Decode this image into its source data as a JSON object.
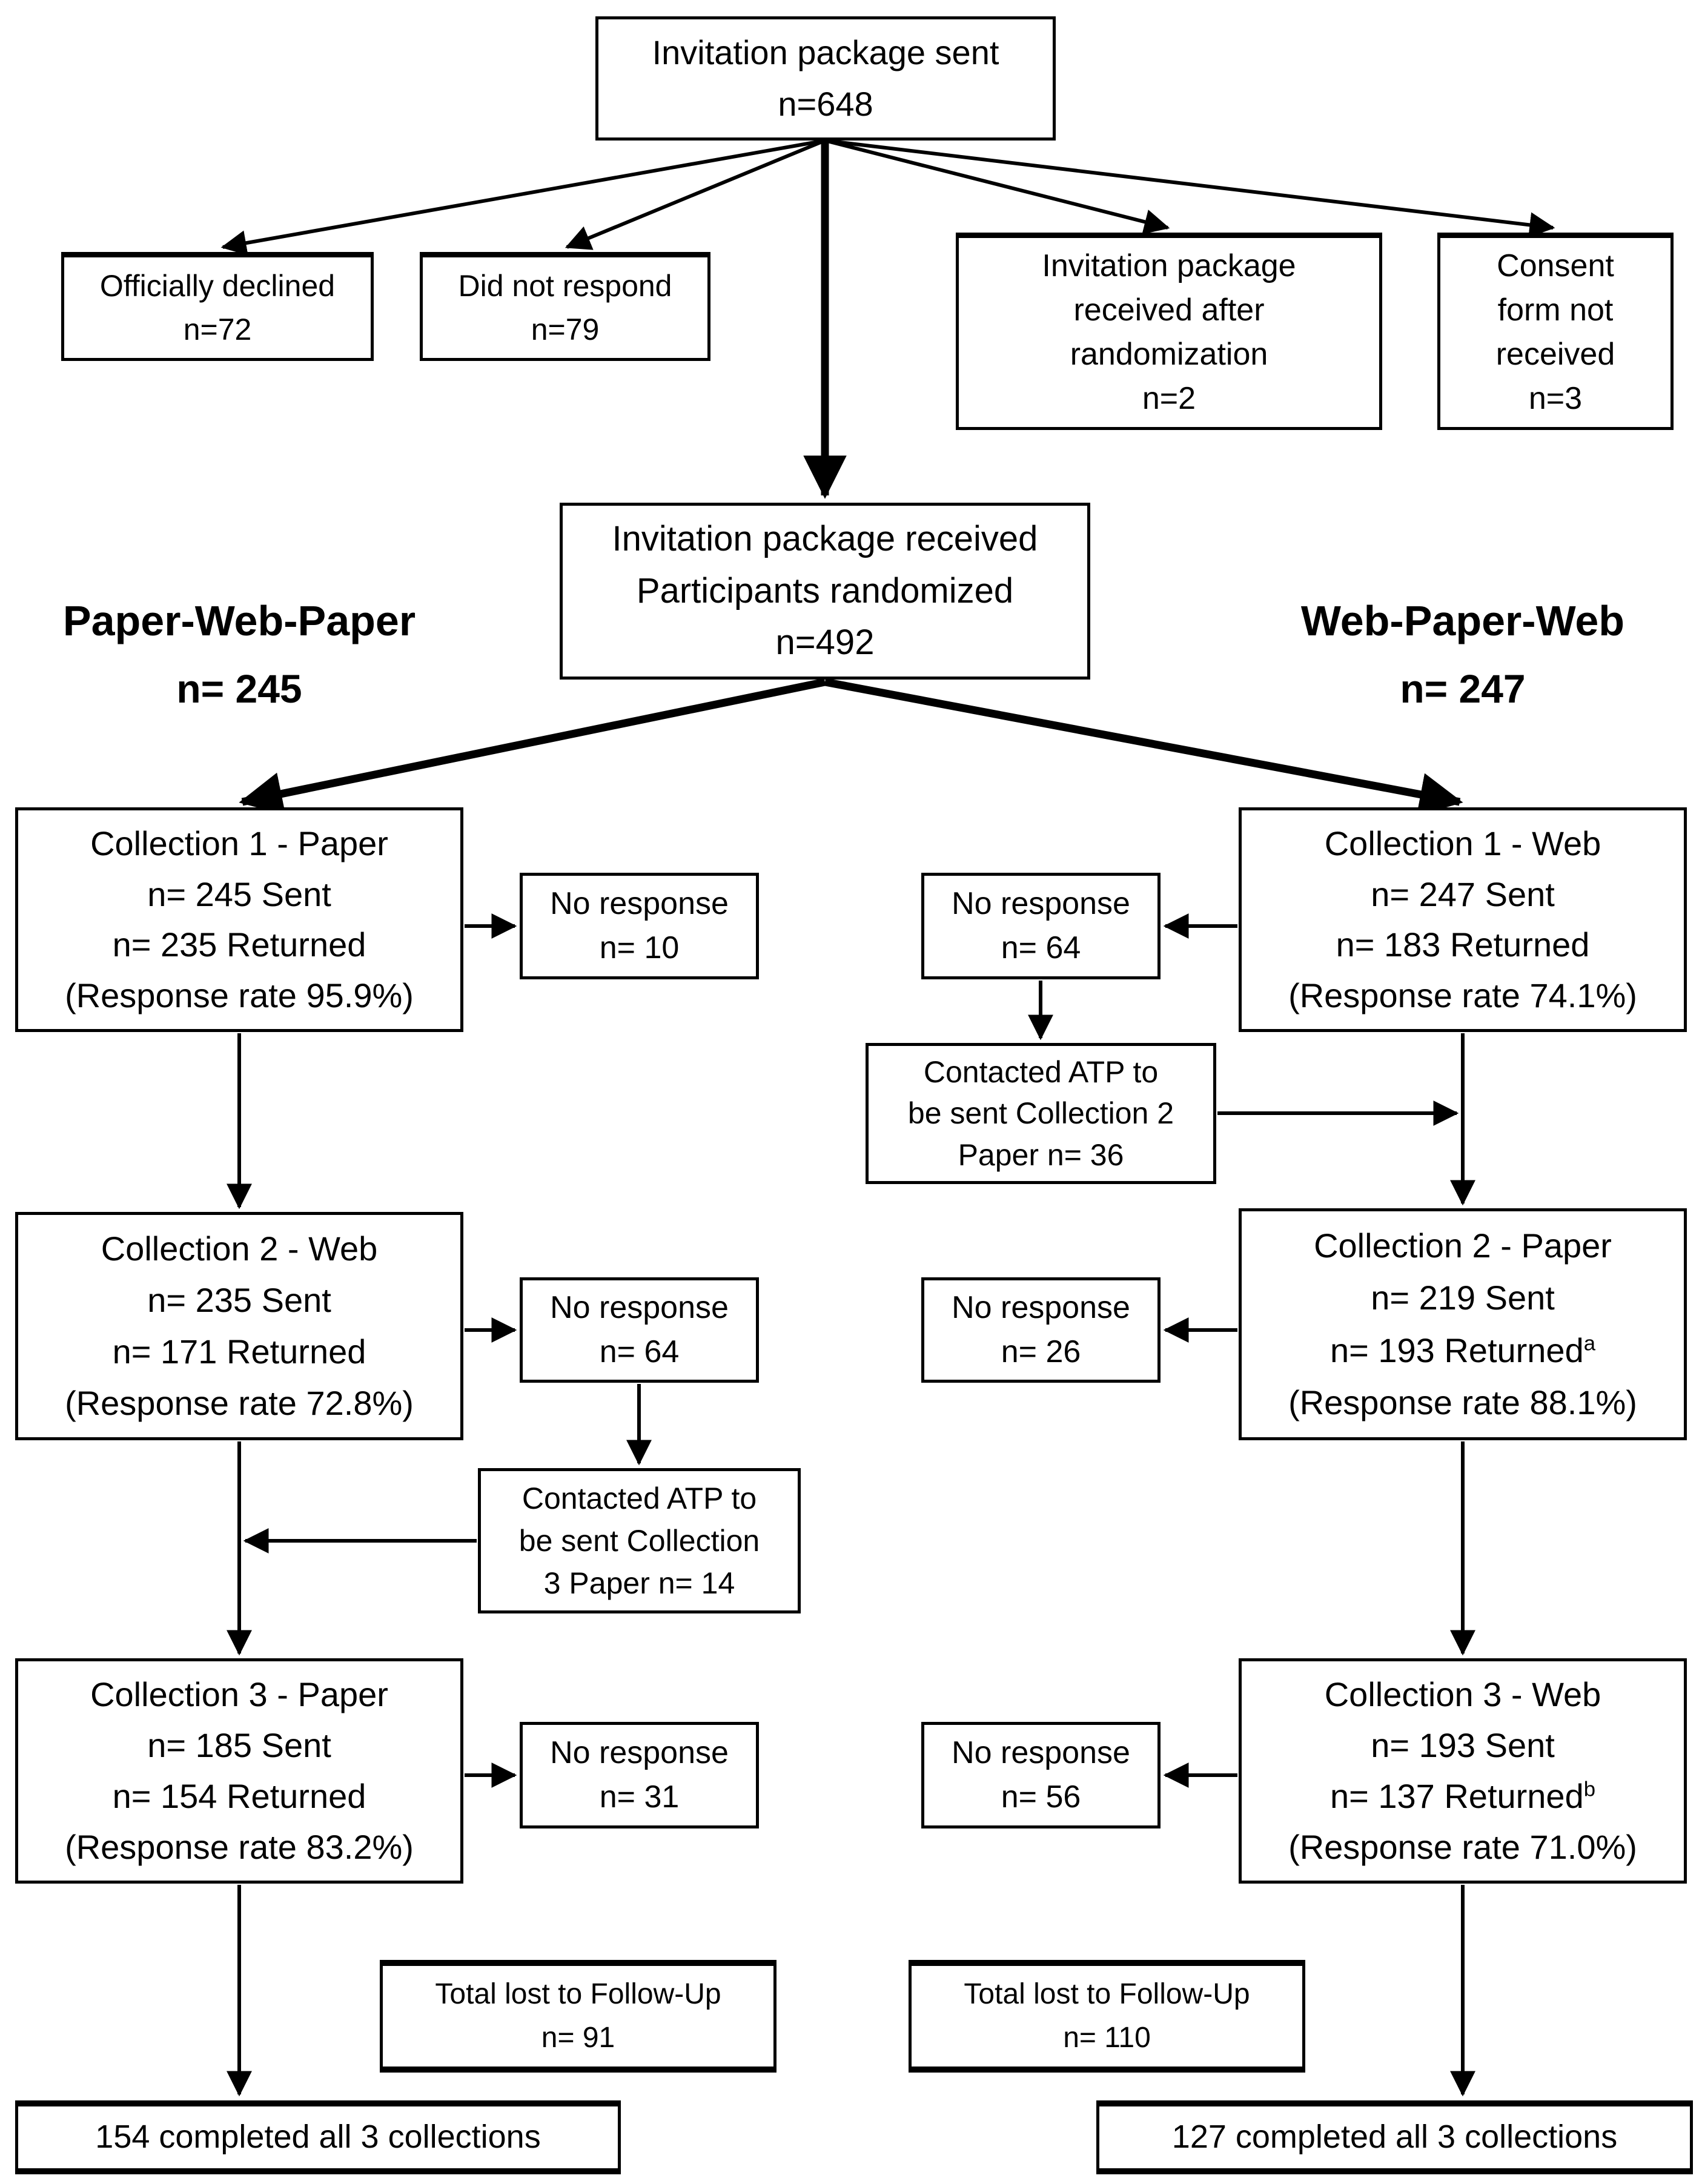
{
  "colors": {
    "ink": "#000000",
    "paper": "#ffffff"
  },
  "top_box": {
    "l1": "Invitation package sent",
    "l2": "n=648"
  },
  "exclusions": {
    "declined": {
      "l1": "Officially declined",
      "l2": "n=72"
    },
    "no_respond": {
      "l1": "Did not respond",
      "l2": "n=79"
    },
    "after_rand": {
      "l1": "Invitation package",
      "l2": "received after",
      "l3": "randomization",
      "l4": "n=2"
    },
    "consent": {
      "l1": "Consent",
      "l2": "form not",
      "l3": "received",
      "l4": "n=3"
    }
  },
  "randomized_box": {
    "l1": "Invitation package received",
    "l2": "Participants randomized",
    "l3": "n=492"
  },
  "arms": {
    "left": {
      "title": "Paper-Web-Paper",
      "n": "n= 245"
    },
    "right": {
      "title": "Web-Paper-Web",
      "n": "n= 247"
    }
  },
  "left_col": {
    "c1": {
      "l1": "Collection 1 - Paper",
      "l2": "n= 245 Sent",
      "l3": "n= 235 Returned",
      "l4": "(Response rate 95.9%)"
    },
    "nr1": {
      "l1": "No response",
      "l2": "n= 10"
    },
    "c2": {
      "l1": "Collection 2 - Web",
      "l2": "n= 235 Sent",
      "l3": "n= 171 Returned",
      "l4": "(Response rate 72.8%)"
    },
    "nr2": {
      "l1": "No response",
      "l2": "n= 64"
    },
    "atp": {
      "l1": "Contacted ATP to",
      "l2": "be sent Collection",
      "l3": "3 Paper n= 14"
    },
    "c3": {
      "l1": "Collection 3 - Paper",
      "l2": "n= 185 Sent",
      "l3": "n= 154 Returned",
      "l4": "(Response rate 83.2%)"
    },
    "nr3": {
      "l1": "No response",
      "l2": "n= 31"
    },
    "lost": {
      "l1": "Total lost to Follow-Up",
      "l2": "n= 91"
    },
    "done": {
      "text": "154 completed all 3 collections"
    }
  },
  "right_col": {
    "c1": {
      "l1": "Collection 1 - Web",
      "l2": "n= 247 Sent",
      "l3": "n= 183 Returned",
      "l4": "(Response rate 74.1%)"
    },
    "nr1": {
      "l1": "No response",
      "l2": "n= 64"
    },
    "atp": {
      "l1": "Contacted ATP to",
      "l2": "be sent Collection 2",
      "l3": "Paper n= 36"
    },
    "c2": {
      "l1": "Collection 2 - Paper",
      "l2": "n= 219 Sent",
      "l3": "n= 193 Returned",
      "sup": "a",
      "l4": "(Response rate 88.1%)"
    },
    "nr2": {
      "l1": "No response",
      "l2": "n= 26"
    },
    "c3": {
      "l1": "Collection 3 - Web",
      "l2": "n= 193 Sent",
      "l3": "n= 137 Returned",
      "sup": "b",
      "l4": "(Response rate 71.0%)"
    },
    "nr3": {
      "l1": "No response",
      "l2": "n= 56"
    },
    "lost": {
      "l1": "Total lost to Follow-Up",
      "l2": "n= 110"
    },
    "done": {
      "text": "127 completed all 3 collections"
    }
  }
}
